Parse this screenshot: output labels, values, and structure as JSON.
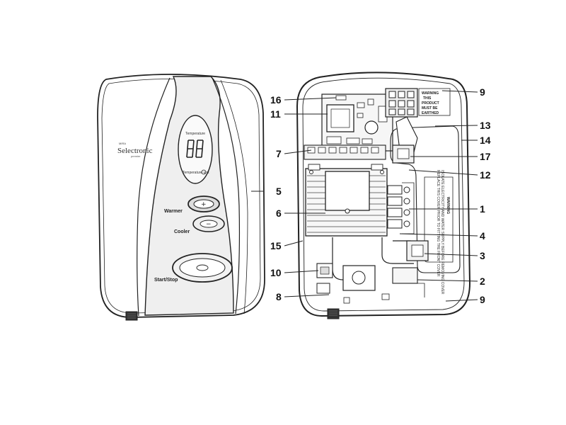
{
  "front_panel": {
    "brand_top": "MIRA",
    "brand_name": "Selectronic",
    "brand_sub": "premier",
    "temperature_label": "Temperature",
    "temperature_unit_label": "Temperature unit",
    "warmer_label": "Warmer",
    "cooler_label": "Cooler",
    "start_stop_label": "Start/Stop"
  },
  "internal_panel": {
    "earthing_label": [
      "WARNING",
      "THIS",
      "PRODUCT",
      "MUST BE",
      "EARTHED"
    ],
    "warning_title": "WARNING",
    "warning_lines": [
      "ISOLATE ELECTRICITY AND WATER SUPPLY BEFORE REMOVING COVER",
      "REPLACE THIS COVER PRIOR TO FITTING THE FRONT COVER"
    ]
  },
  "callouts": {
    "c16": "16",
    "c11": "11",
    "c7": "7",
    "c5": "5",
    "c6": "6",
    "c15": "15",
    "c10": "10",
    "c8": "8",
    "c9_top": "9",
    "c13": "13",
    "c14": "14",
    "c17": "17",
    "c12": "12",
    "c1": "1",
    "c4": "4",
    "c3": "3",
    "c2": "2",
    "c9_bottom": "9"
  },
  "colors": {
    "line": "#222222",
    "panel_shade": "#eeeeee",
    "background": "#ffffff"
  }
}
